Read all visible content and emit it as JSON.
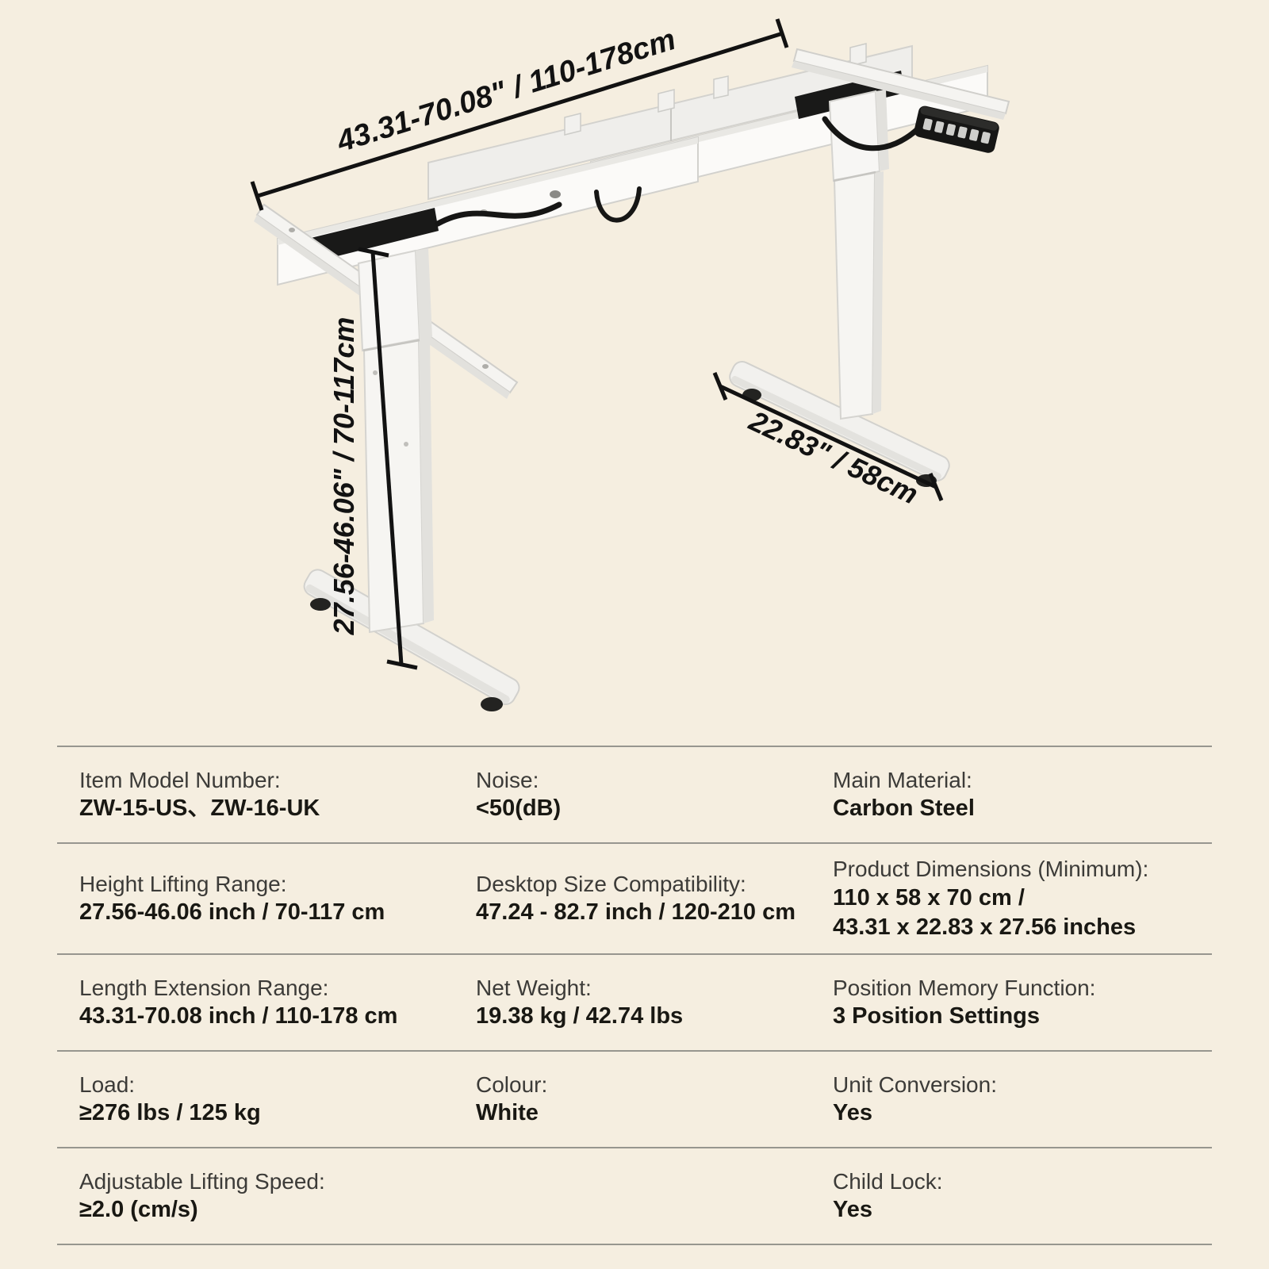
{
  "page": {
    "background_color": "#f5eee0",
    "divider_color": "#97968f"
  },
  "illustration": {
    "description": "White electric height-adjustable standing desk frame shown in perspective with dimension arrows",
    "frame_color_hex": "#f7f6f4",
    "annotation_color_hex": "#121212",
    "dimension_labels": {
      "length": "43.31-70.08\" / 110-178cm",
      "height": "27.56-46.06\" / 70-117cm",
      "depth": "22.83\" / 58cm"
    },
    "parts": {
      "controller": "control-keypad",
      "controller_button_count": 6
    }
  },
  "specs": {
    "rows": [
      {
        "cells": [
          {
            "label": "Item Model Number:",
            "value": "ZW-15-US、ZW-16-UK"
          },
          {
            "label": "Noise:",
            "value": "<50(dB)"
          },
          {
            "label": "Main Material:",
            "value": "Carbon Steel"
          }
        ]
      },
      {
        "cells": [
          {
            "label": "Height Lifting Range:",
            "value": "27.56-46.06 inch / 70-117 cm"
          },
          {
            "label": "Desktop Size Compatibility:",
            "value": "47.24 - 82.7 inch / 120-210 cm"
          },
          {
            "label": "Product Dimensions (Minimum):",
            "value": "110 x 58 x 70 cm /\n43.31 x 22.83 x 27.56 inches"
          }
        ]
      },
      {
        "cells": [
          {
            "label": "Length Extension Range:",
            "value": "43.31-70.08 inch / 110-178 cm"
          },
          {
            "label": "Net Weight:",
            "value": "19.38 kg / 42.74 lbs"
          },
          {
            "label": "Position Memory Function:",
            "value": "3 Position Settings"
          }
        ]
      },
      {
        "cells": [
          {
            "label": "Load:",
            "value": "≥276 lbs / 125 kg"
          },
          {
            "label": "Colour:",
            "value": "White"
          },
          {
            "label": "Unit Conversion:",
            "value": "Yes"
          }
        ]
      },
      {
        "cells": [
          {
            "label": "Adjustable Lifting Speed:",
            "value": "≥2.0 (cm/s)"
          },
          {
            "label": "",
            "value": ""
          },
          {
            "label": "Child Lock:",
            "value": "Yes"
          }
        ]
      }
    ]
  }
}
